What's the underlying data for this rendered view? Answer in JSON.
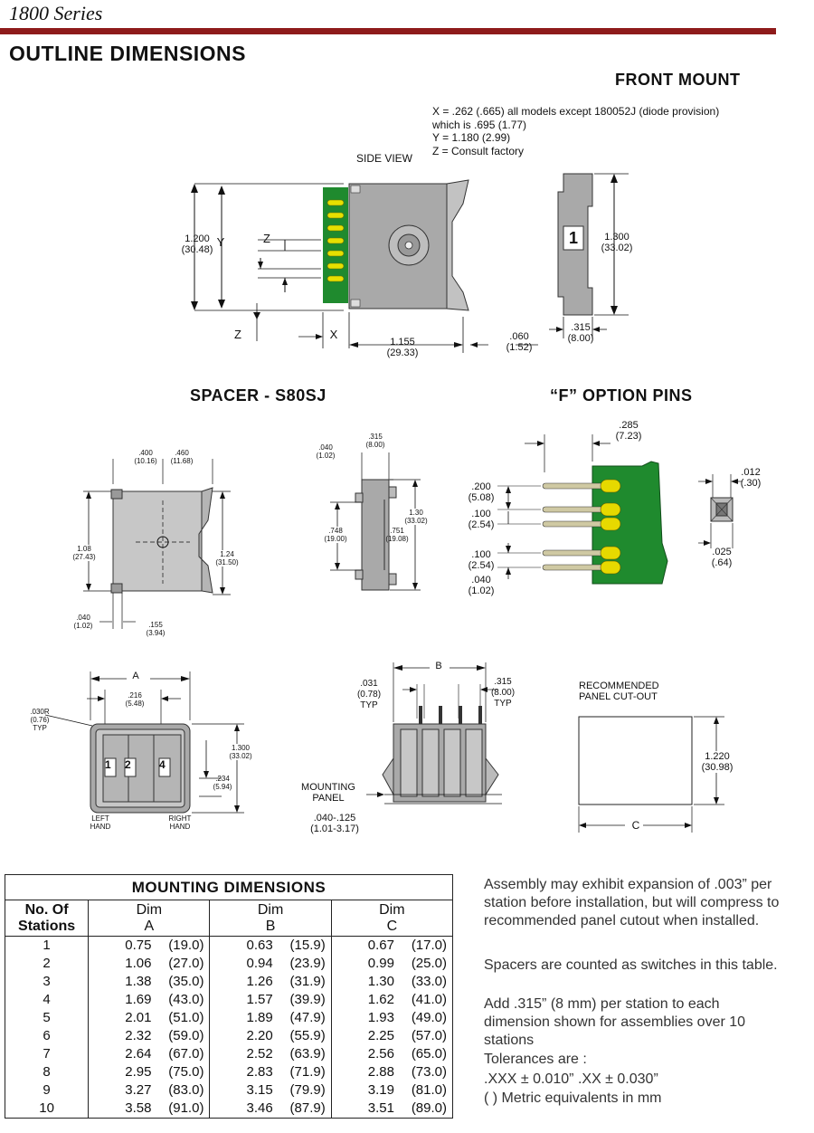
{
  "header": {
    "series": "1800 Series",
    "title": "OUTLINE DIMENSIONS",
    "subtitle": "FRONT MOUNT"
  },
  "front_mount": {
    "notes": [
      "X = .262 (.665) all models except 180052J (diode provision)",
      "which is .695 (1.77)",
      "Y = 1.180 (2.99)",
      "Z = Consult factory"
    ],
    "side_view": "SIDE VIEW",
    "height_in": "1.200",
    "height_mm": "(30.48)",
    "y": "Y",
    "z1": "Z",
    "z2": "Z",
    "x": "X",
    "depth_in": "1.155",
    "depth_mm": "(29.33)",
    "gap_in": ".060",
    "gap_mm": "(1.52)",
    "front_height_in": "1.300",
    "front_height_mm": "(33.02)",
    "front_width_in": ".315",
    "front_width_mm": "(8.00)",
    "station_label": "1"
  },
  "spacer": {
    "title": "SPACER - S80SJ",
    "w1_in": ".400",
    "w1_mm": "(10.16)",
    "w2_in": ".460",
    "w2_mm": "(11.68)",
    "h1_in": "1.08",
    "h1_mm": "(27.43)",
    "h2_in": "1.24",
    "h2_mm": "(31.50)",
    "b1_in": ".040",
    "b1_mm": "(1.02)",
    "b2_in": ".155",
    "b2_mm": "(3.94)",
    "s_w_in": ".315",
    "s_w_mm": "(8.00)",
    "s_t_in": ".040",
    "s_t_mm": "(1.02)",
    "s_h1_in": ".748",
    "s_h1_mm": "(19.00)",
    "s_h2_in": ".751",
    "s_h2_mm": "(19.08)",
    "s_h3_in": "1.30",
    "s_h3_mm": "(33.02)"
  },
  "f_option": {
    "title": "“F” OPTION PINS",
    "d_in": ".285",
    "d_mm": "(7.23)",
    "p1_in": ".200",
    "p1_mm": "(5.08)",
    "p2_in": ".100",
    "p2_mm": "(2.54)",
    "p3_in": ".100",
    "p3_mm": "(2.54)",
    "p4_in": ".040",
    "p4_mm": "(1.02)",
    "sq1_in": ".012",
    "sq1_mm": "(.30)",
    "sq2_in": ".025",
    "sq2_mm": "(.64)"
  },
  "assembly": {
    "a": "A",
    "b": "B",
    "c": "C",
    "r_in": ".030R",
    "r_mm": "(0.76)",
    "typ": "TYP",
    "pitch_in": ".216",
    "pitch_mm": "(5.48)",
    "h_in": "1.300",
    "h_mm": "(33.02)",
    "s_in": ".234",
    "s_mm": "(5.94)",
    "left_hand": "LEFT HAND",
    "right_hand": "RIGHT HAND",
    "stations": [
      "1",
      "2",
      "4"
    ],
    "pin_in": ".031",
    "pin_mm": "(0.78)",
    "pin_typ": "TYP",
    "pitch2_in": ".315",
    "pitch2_mm": "(8.00)",
    "pitch2_typ": "TYP",
    "mounting_panel": "MOUNTING PANEL",
    "panel_in": ".040-.125",
    "panel_mm": "(1.01-3.17)",
    "cutout": "RECOMMENDED PANEL CUT-OUT",
    "cut_h_in": "1.220",
    "cut_h_mm": "(30.98)"
  },
  "mounting_table": {
    "title": "MOUNTING DIMENSIONS",
    "headers": {
      "stations": "No. Of Stations",
      "a_top": "Dim",
      "a": "A",
      "b_top": "Dim",
      "b": "B",
      "c_top": "Dim",
      "c": "C"
    },
    "rows": [
      {
        "n": "1",
        "a": "0.75",
        "am": "(19.0)",
        "b": "0.63",
        "bm": "(15.9)",
        "c": "0.67",
        "cm": "(17.0)"
      },
      {
        "n": "2",
        "a": "1.06",
        "am": "(27.0)",
        "b": "0.94",
        "bm": "(23.9)",
        "c": "0.99",
        "cm": "(25.0)"
      },
      {
        "n": "3",
        "a": "1.38",
        "am": "(35.0)",
        "b": "1.26",
        "bm": "(31.9)",
        "c": "1.30",
        "cm": "(33.0)"
      },
      {
        "n": "4",
        "a": "1.69",
        "am": "(43.0)",
        "b": "1.57",
        "bm": "(39.9)",
        "c": "1.62",
        "cm": "(41.0)"
      },
      {
        "n": "5",
        "a": "2.01",
        "am": "(51.0)",
        "b": "1.89",
        "bm": "(47.9)",
        "c": "1.93",
        "cm": "(49.0)"
      },
      {
        "n": "6",
        "a": "2.32",
        "am": "(59.0)",
        "b": "2.20",
        "bm": "(55.9)",
        "c": "2.25",
        "cm": "(57.0)"
      },
      {
        "n": "7",
        "a": "2.64",
        "am": "(67.0)",
        "b": "2.52",
        "bm": "(63.9)",
        "c": "2.56",
        "cm": "(65.0)"
      },
      {
        "n": "8",
        "a": "2.95",
        "am": "(75.0)",
        "b": "2.83",
        "bm": "(71.9)",
        "c": "2.88",
        "cm": "(73.0)"
      },
      {
        "n": "9",
        "a": "3.27",
        "am": "(83.0)",
        "b": "3.15",
        "bm": "(79.9)",
        "c": "3.19",
        "cm": "(81.0)"
      },
      {
        "n": "10",
        "a": "3.58",
        "am": "(91.0)",
        "b": "3.46",
        "bm": "(87.9)",
        "c": "3.51",
        "cm": "(89.0)"
      }
    ]
  },
  "right_notes": {
    "expansion": "Assembly may exhibit expansion of .003” per station before installation, but will compress to recommended panel cutout when installed.",
    "spacers": "Spacers are counted as switches in this table.",
    "add": "Add .315” (8 mm) per station to each dimension shown for assemblies over 10 stations",
    "tol_label": "Tolerances are :",
    "tol_values": ".XXX ± 0.010” .XX ± 0.030”",
    "metric": "( ) Metric equivalents in mm"
  },
  "colors": {
    "brand_bar": "#8e1b1b",
    "pcb_green": "#1f8a2e",
    "body_gray": "#a9a9a9"
  }
}
